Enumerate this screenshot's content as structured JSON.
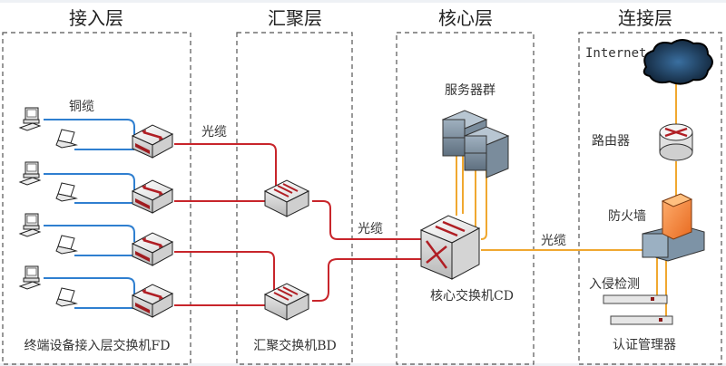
{
  "layers": [
    {
      "id": "access",
      "title": "接入层"
    },
    {
      "id": "aggregation",
      "title": "汇聚层"
    },
    {
      "id": "core",
      "title": "核心层"
    },
    {
      "id": "connection",
      "title": "连接层"
    }
  ],
  "labels": {
    "copper_cable": "铜缆",
    "fiber_1": "光缆",
    "fiber_2": "光缆",
    "fiber_3": "光缆",
    "access_switch": "终端设备接入层交换机FD",
    "aggregation_switch": "汇聚交换机BD",
    "core_switch": "核心交换机CD",
    "server_cluster": "服务器群",
    "internet": "Internet",
    "router": "路由器",
    "firewall": "防火墙",
    "ids": "入侵检测",
    "auth_manager": "认证管理器"
  },
  "colors": {
    "copper": "#2f7fd0",
    "fiber_red": "#c8252b",
    "fiber_orange": "#f0a830",
    "border": "#555555"
  }
}
